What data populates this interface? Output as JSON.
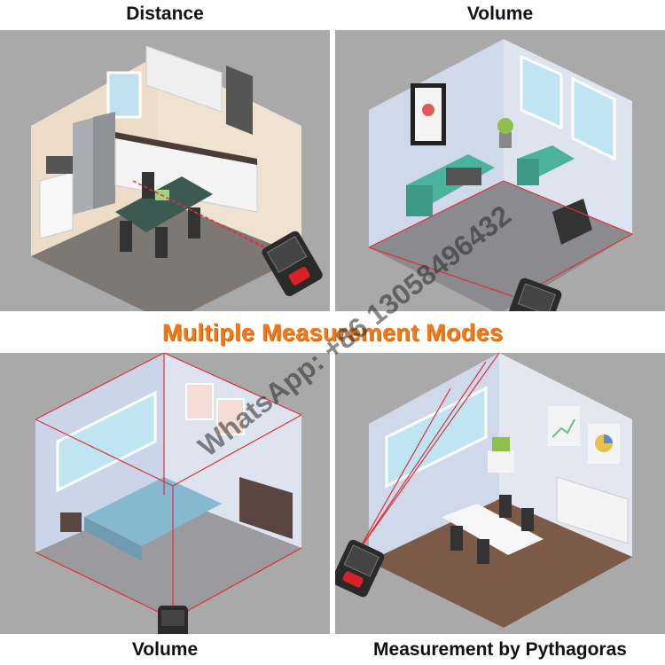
{
  "labels": {
    "top_left": "Distance",
    "top_right": "Volume",
    "bottom_left": "Volume",
    "bottom_right": "Measurement by Pythagoras"
  },
  "banner": {
    "title": "Multiple Measurement Modes"
  },
  "watermark": "WhatsApp: +86 13058496432",
  "colors": {
    "title": "#ef7a1c",
    "panel_bg": "#a9a9a9",
    "laser": "#e0303a",
    "meter_body": "#2a2a2a",
    "meter_accent": "#d8202a"
  },
  "scenes": {
    "top_left": "kitchen",
    "top_right": "living-room",
    "bottom_left": "bedroom",
    "bottom_right": "meeting-room"
  }
}
